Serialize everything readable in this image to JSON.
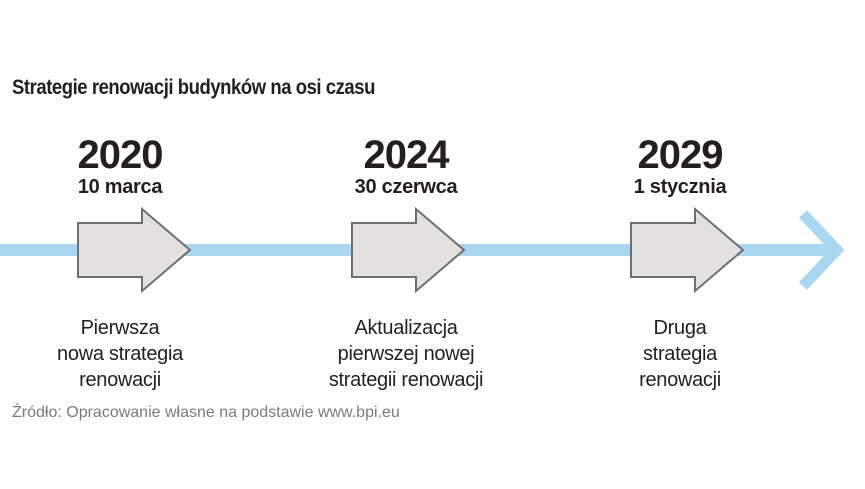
{
  "title": "Strategie renowacji budynków na osi czasu",
  "colors": {
    "timeline": "#a9d6f1",
    "arrow_fill": "#e2e1df",
    "arrow_stroke": "#6d6e71",
    "text": "#231f20",
    "source_text": "#7a7a7a"
  },
  "milestones": [
    {
      "year": "2020",
      "date": "10 marca",
      "description": [
        "Pierwsza",
        "nowa strategia",
        "renowacji"
      ]
    },
    {
      "year": "2024",
      "date": "30 czerwca",
      "description": [
        "Aktualizacja",
        "pierwszej nowej",
        "strategii renowacji"
      ]
    },
    {
      "year": "2029",
      "date": "1 stycznia",
      "description": [
        "Druga",
        "strategia",
        "renowacji"
      ]
    }
  ],
  "source": "Źródło: Opracowanie własne na podstawie www.bpi.eu"
}
